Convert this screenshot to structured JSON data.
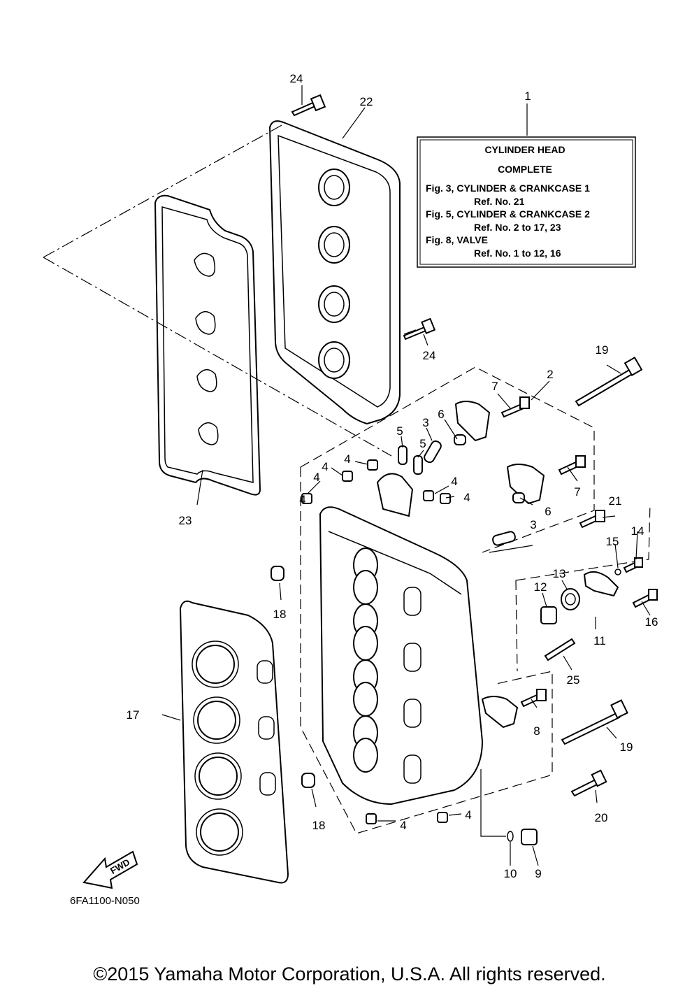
{
  "diagram": {
    "note_box": {
      "title_line1": "CYLINDER HEAD",
      "title_line2": "COMPLETE",
      "lines": [
        "Fig. 3, CYLINDER & CRANKCASE 1",
        "Ref. No. 21",
        "Fig. 5, CYLINDER & CRANKCASE 2",
        "Ref. No. 2 to 17, 23",
        "Fig. 8, VALVE",
        "Ref. No. 1 to 12, 16"
      ]
    },
    "callouts": [
      "1",
      "2",
      "3",
      "3",
      "4",
      "4",
      "4",
      "4",
      "4",
      "4",
      "4",
      "4",
      "5",
      "5",
      "6",
      "6",
      "7",
      "7",
      "8",
      "9",
      "10",
      "11",
      "12",
      "13",
      "14",
      "15",
      "16",
      "17",
      "18",
      "18",
      "19",
      "19",
      "20",
      "21",
      "22",
      "23",
      "24",
      "24",
      "25"
    ],
    "fwd_label": "FWD",
    "drawing_code": "6FA1100-N050"
  },
  "footer": {
    "copyright": "©2015 Yamaha Motor Corporation, U.S.A. All rights reserved."
  }
}
